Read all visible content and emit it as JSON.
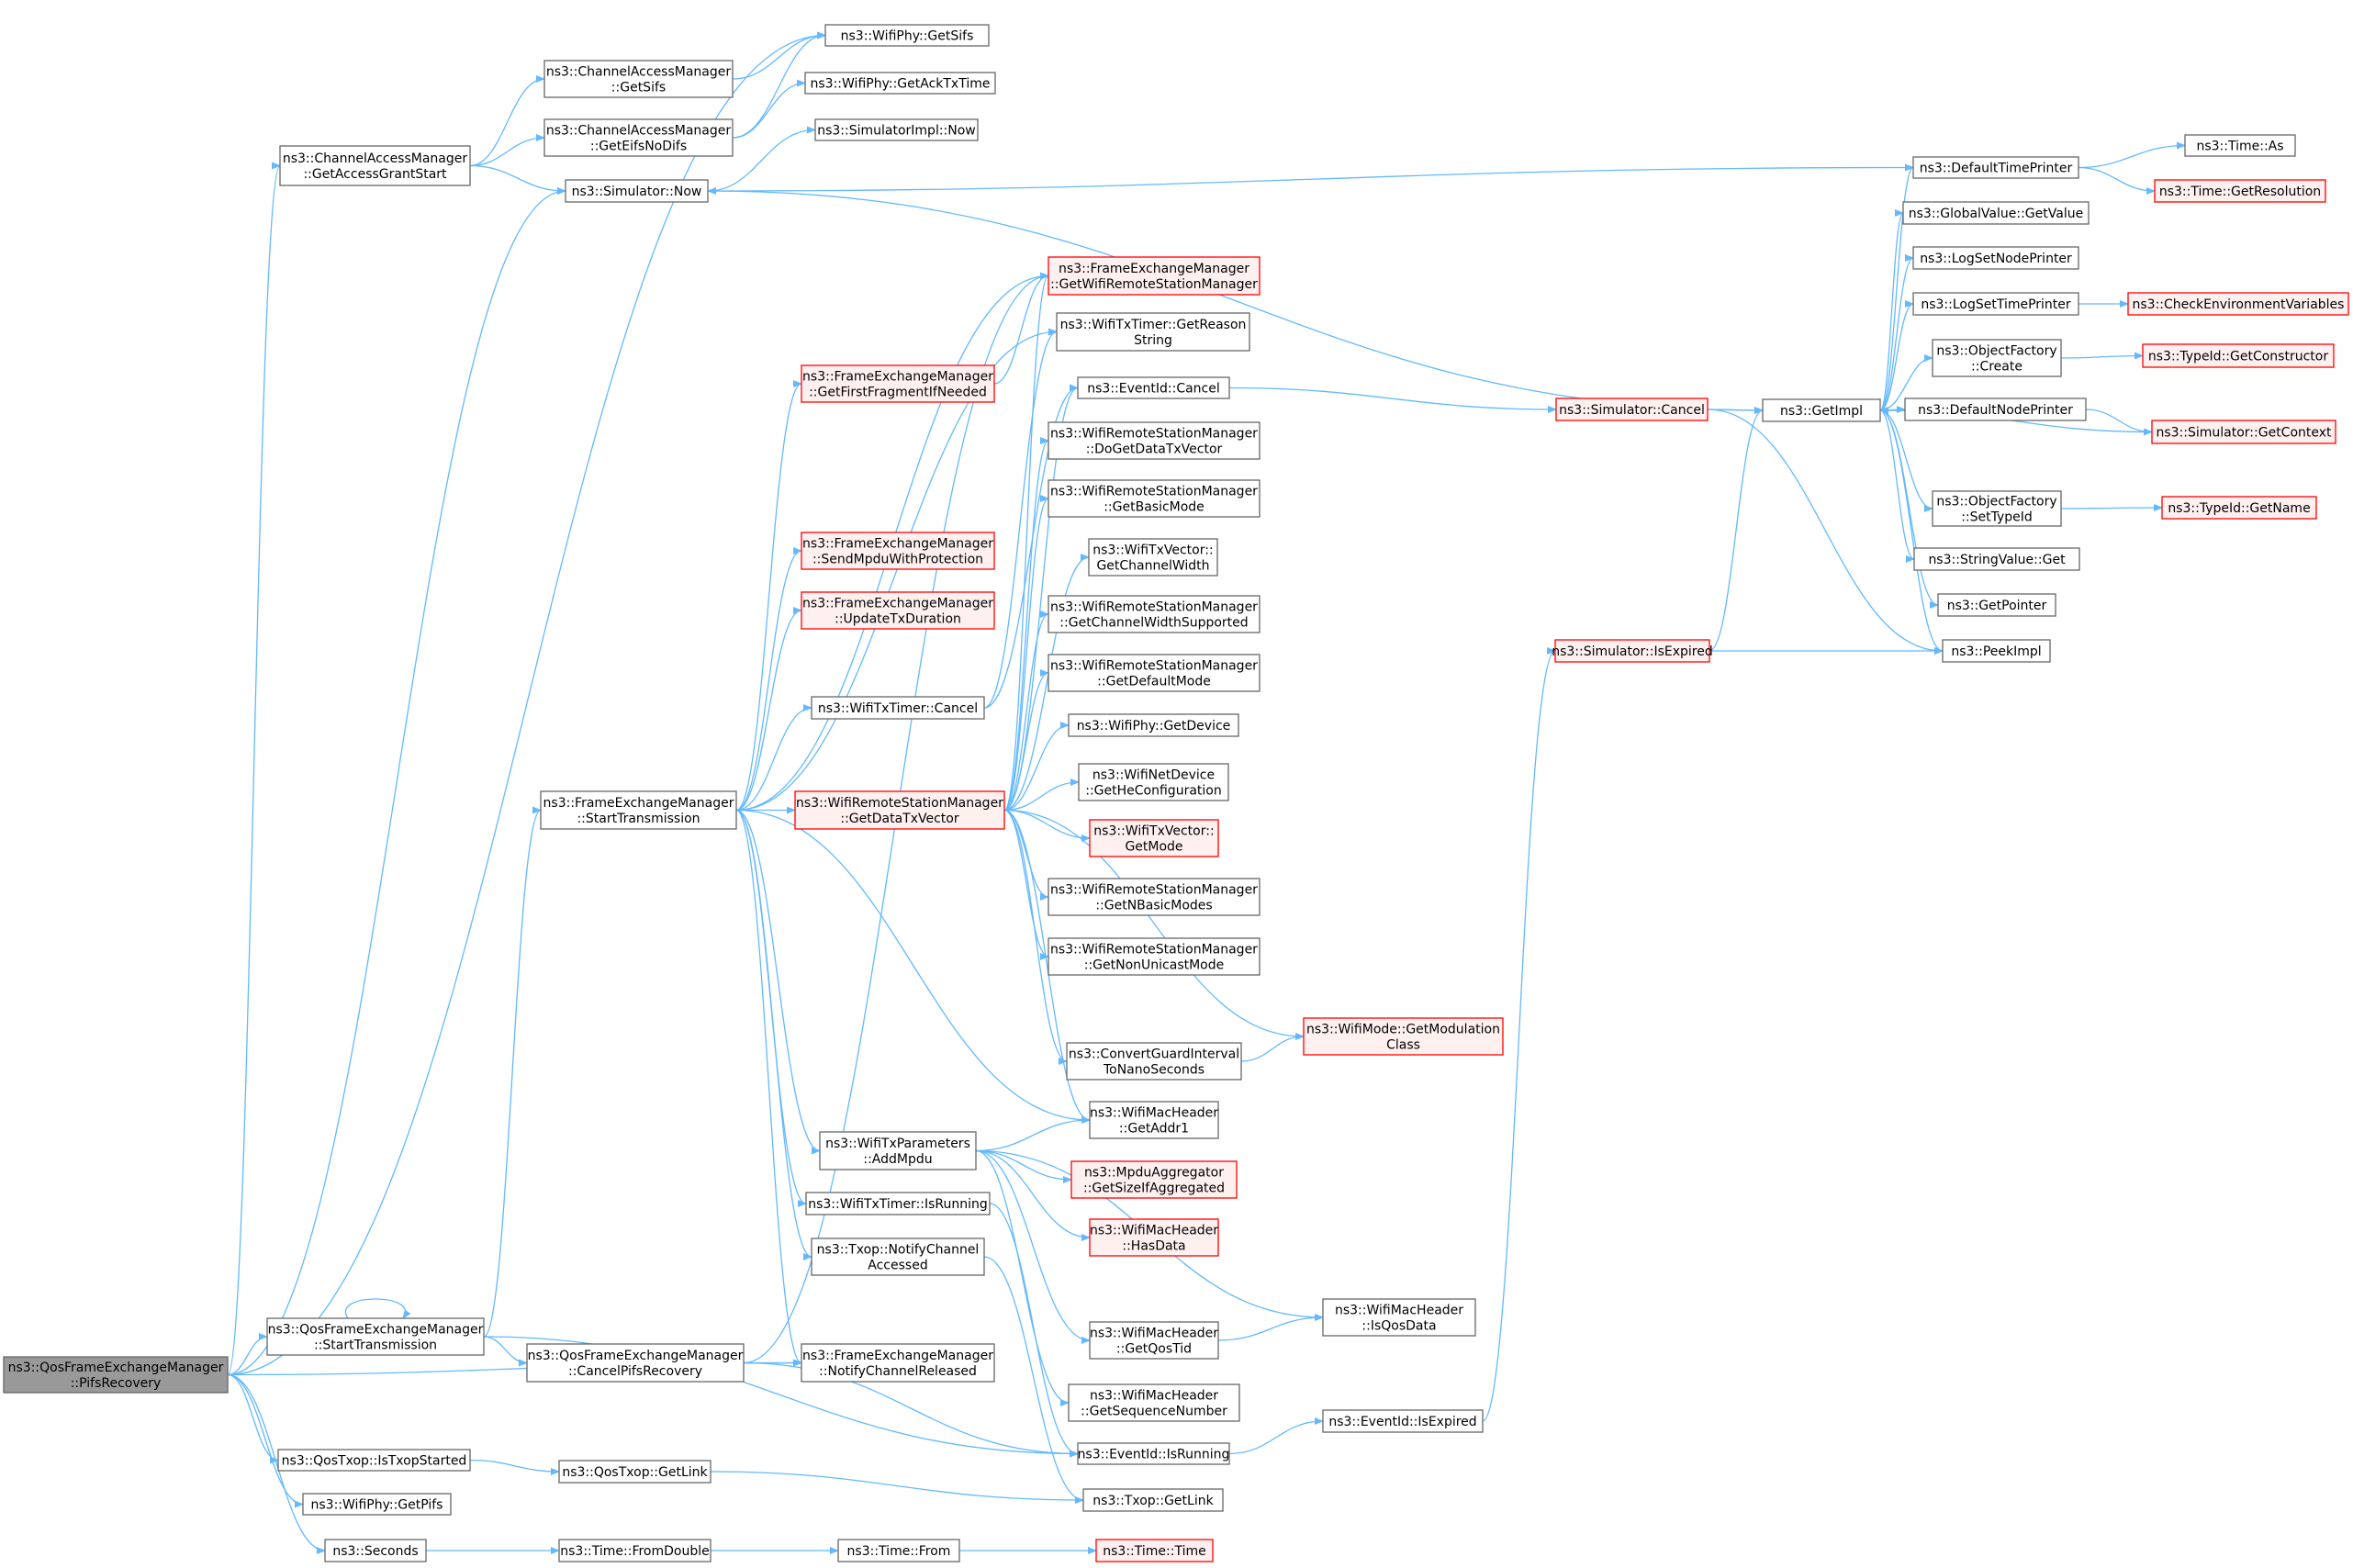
{
  "colors": {
    "edge": "#63b8ff",
    "node_border": "#666666",
    "node_fill": "#ffffff",
    "root_fill": "#999999",
    "truncated_border": "#ff0000",
    "truncated_fill": "#fff0f0"
  },
  "nodes": [
    {
      "id": "root",
      "style": "root",
      "lines": [
        "ns3::QosFrameExchangeManager",
        "::PifsRecovery"
      ]
    },
    {
      "id": "cam_gags",
      "style": "normal",
      "lines": [
        "ns3::ChannelAccessManager",
        "::GetAccessGrantStart"
      ]
    },
    {
      "id": "cam_getsifs",
      "style": "normal",
      "lines": [
        "ns3::ChannelAccessManager",
        "::GetSifs"
      ]
    },
    {
      "id": "cam_geteifs",
      "style": "normal",
      "lines": [
        "ns3::ChannelAccessManager",
        "::GetEifsNoDifs"
      ]
    },
    {
      "id": "wp_getsifs",
      "style": "normal",
      "lines": [
        "ns3::WifiPhy::GetSifs"
      ]
    },
    {
      "id": "wp_getack",
      "style": "normal",
      "lines": [
        "ns3::WifiPhy::GetAckTxTime"
      ]
    },
    {
      "id": "simimpl_now",
      "style": "normal",
      "lines": [
        "ns3::SimulatorImpl::Now"
      ]
    },
    {
      "id": "sim_now",
      "style": "normal",
      "lines": [
        "ns3::Simulator::Now"
      ]
    },
    {
      "id": "defprinter",
      "style": "normal",
      "lines": [
        "ns3::DefaultTimePrinter"
      ]
    },
    {
      "id": "time_as",
      "style": "normal",
      "lines": [
        "ns3::Time::As"
      ]
    },
    {
      "id": "time_getres",
      "style": "truncated",
      "lines": [
        "ns3::Time::GetResolution"
      ]
    },
    {
      "id": "gv_getvalue",
      "style": "normal",
      "lines": [
        "ns3::GlobalValue::GetValue"
      ]
    },
    {
      "id": "logsetnode",
      "style": "normal",
      "lines": [
        "ns3::LogSetNodePrinter"
      ]
    },
    {
      "id": "logsettime",
      "style": "normal",
      "lines": [
        "ns3::LogSetTimePrinter"
      ]
    },
    {
      "id": "checkenv",
      "style": "truncated",
      "lines": [
        "ns3::CheckEnvironmentVariables"
      ]
    },
    {
      "id": "of_create",
      "style": "normal",
      "lines": [
        "ns3::ObjectFactory",
        "::Create"
      ]
    },
    {
      "id": "typeid_getctor",
      "style": "truncated",
      "lines": [
        "ns3::TypeId::GetConstructor"
      ]
    },
    {
      "id": "getimpl",
      "style": "normal",
      "lines": [
        "ns3::GetImpl"
      ]
    },
    {
      "id": "defnodeprinter",
      "style": "normal",
      "lines": [
        "ns3::DefaultNodePrinter"
      ]
    },
    {
      "id": "sim_getctx",
      "style": "truncated",
      "lines": [
        "ns3::Simulator::GetContext"
      ]
    },
    {
      "id": "sim_cancel",
      "style": "truncated",
      "lines": [
        "ns3::Simulator::Cancel"
      ]
    },
    {
      "id": "of_settypeid",
      "style": "normal",
      "lines": [
        "ns3::ObjectFactory",
        "::SetTypeId"
      ]
    },
    {
      "id": "typeid_getname",
      "style": "truncated",
      "lines": [
        "ns3::TypeId::GetName"
      ]
    },
    {
      "id": "sv_get",
      "style": "normal",
      "lines": [
        "ns3::StringValue::Get"
      ]
    },
    {
      "id": "getpointer",
      "style": "normal",
      "lines": [
        "ns3::GetPointer"
      ]
    },
    {
      "id": "peekimpl",
      "style": "normal",
      "lines": [
        "ns3::PeekImpl"
      ]
    },
    {
      "id": "sim_isexpired",
      "style": "truncated",
      "lines": [
        "ns3::Simulator::IsExpired"
      ]
    },
    {
      "id": "fem_getwrsm",
      "style": "truncated",
      "lines": [
        "ns3::FrameExchangeManager",
        "::GetWifiRemoteStationManager"
      ]
    },
    {
      "id": "wtt_getreason",
      "style": "normal",
      "lines": [
        "ns3::WifiTxTimer::GetReason",
        "String"
      ]
    },
    {
      "id": "fem_getfirst",
      "style": "truncated",
      "lines": [
        "ns3::FrameExchangeManager",
        "::GetFirstFragmentIfNeeded"
      ]
    },
    {
      "id": "eventid_cancel",
      "style": "normal",
      "lines": [
        "ns3::EventId::Cancel"
      ]
    },
    {
      "id": "wrsm_dogetdata",
      "style": "normal",
      "lines": [
        "ns3::WifiRemoteStationManager",
        "::DoGetDataTxVector"
      ]
    },
    {
      "id": "wrsm_getbasic",
      "style": "normal",
      "lines": [
        "ns3::WifiRemoteStationManager",
        "::GetBasicMode"
      ]
    },
    {
      "id": "fem_sendmpdu",
      "style": "truncated",
      "lines": [
        "ns3::FrameExchangeManager",
        "::SendMpduWithProtection"
      ]
    },
    {
      "id": "wtv_getchw",
      "style": "normal",
      "lines": [
        "ns3::WifiTxVector::",
        "GetChannelWidth"
      ]
    },
    {
      "id": "fem_updatetx",
      "style": "truncated",
      "lines": [
        "ns3::FrameExchangeManager",
        "::UpdateTxDuration"
      ]
    },
    {
      "id": "wrsm_getchws",
      "style": "normal",
      "lines": [
        "ns3::WifiRemoteStationManager",
        "::GetChannelWidthSupported"
      ]
    },
    {
      "id": "wrsm_getdefault",
      "style": "normal",
      "lines": [
        "ns3::WifiRemoteStationManager",
        "::GetDefaultMode"
      ]
    },
    {
      "id": "wtt_cancel",
      "style": "normal",
      "lines": [
        "ns3::WifiTxTimer::Cancel"
      ]
    },
    {
      "id": "wp_getdevice",
      "style": "normal",
      "lines": [
        "ns3::WifiPhy::GetDevice"
      ]
    },
    {
      "id": "fem_starttx",
      "style": "normal",
      "lines": [
        "ns3::FrameExchangeManager",
        "::StartTransmission"
      ]
    },
    {
      "id": "wrsm_getdatatx",
      "style": "truncated",
      "lines": [
        "ns3::WifiRemoteStationManager",
        "::GetDataTxVector"
      ]
    },
    {
      "id": "wnd_gethe",
      "style": "normal",
      "lines": [
        "ns3::WifiNetDevice",
        "::GetHeConfiguration"
      ]
    },
    {
      "id": "wtv_getmode",
      "style": "truncated",
      "lines": [
        "ns3::WifiTxVector::",
        "GetMode"
      ]
    },
    {
      "id": "wrsm_getnbasic",
      "style": "normal",
      "lines": [
        "ns3::WifiRemoteStationManager",
        "::GetNBasicModes"
      ]
    },
    {
      "id": "wrsm_getnonuni",
      "style": "normal",
      "lines": [
        "ns3::WifiRemoteStationManager",
        "::GetNonUnicastMode"
      ]
    },
    {
      "id": "wm_getmod",
      "style": "truncated",
      "lines": [
        "ns3::WifiMode::GetModulation",
        "Class"
      ]
    },
    {
      "id": "convgi",
      "style": "normal",
      "lines": [
        "ns3::ConvertGuardInterval",
        "ToNanoSeconds"
      ]
    },
    {
      "id": "wmh_getaddr1",
      "style": "normal",
      "lines": [
        "ns3::WifiMacHeader",
        "::GetAddr1"
      ]
    },
    {
      "id": "wtp_addmpdu",
      "style": "normal",
      "lines": [
        "ns3::WifiTxParameters",
        "::AddMpdu"
      ]
    },
    {
      "id": "mpduagg",
      "style": "truncated",
      "lines": [
        "ns3::MpduAggregator",
        "::GetSizeIfAggregated"
      ]
    },
    {
      "id": "wtt_isrunning",
      "style": "normal",
      "lines": [
        "ns3::WifiTxTimer::IsRunning"
      ]
    },
    {
      "id": "wmh_hasdata",
      "style": "truncated",
      "lines": [
        "ns3::WifiMacHeader",
        "::HasData"
      ]
    },
    {
      "id": "txop_notify",
      "style": "normal",
      "lines": [
        "ns3::Txop::NotifyChannel",
        "Accessed"
      ]
    },
    {
      "id": "wmh_isqos",
      "style": "normal",
      "lines": [
        "ns3::WifiMacHeader",
        "::IsQosData"
      ]
    },
    {
      "id": "qfem_starttx",
      "style": "normal",
      "lines": [
        "ns3::QosFrameExchangeManager",
        "::StartTransmission"
      ]
    },
    {
      "id": "wmh_getqostid",
      "style": "normal",
      "lines": [
        "ns3::WifiMacHeader",
        "::GetQosTid"
      ]
    },
    {
      "id": "qfem_cancelpifs",
      "style": "normal",
      "lines": [
        "ns3::QosFrameExchangeManager",
        "::CancelPifsRecovery"
      ]
    },
    {
      "id": "fem_notifyrel",
      "style": "normal",
      "lines": [
        "ns3::FrameExchangeManager",
        "::NotifyChannelReleased"
      ]
    },
    {
      "id": "wmh_getseq",
      "style": "normal",
      "lines": [
        "ns3::WifiMacHeader",
        "::GetSequenceNumber"
      ]
    },
    {
      "id": "eventid_isexpired",
      "style": "normal",
      "lines": [
        "ns3::EventId::IsExpired"
      ]
    },
    {
      "id": "eventid_isrunning",
      "style": "normal",
      "lines": [
        "ns3::EventId::IsRunning"
      ]
    },
    {
      "id": "qtxop_isstarted",
      "style": "normal",
      "lines": [
        "ns3::QosTxop::IsTxopStarted"
      ]
    },
    {
      "id": "qtxop_getlink",
      "style": "normal",
      "lines": [
        "ns3::QosTxop::GetLink"
      ]
    },
    {
      "id": "txop_getlink",
      "style": "normal",
      "lines": [
        "ns3::Txop::GetLink"
      ]
    },
    {
      "id": "wp_getpifs",
      "style": "normal",
      "lines": [
        "ns3::WifiPhy::GetPifs"
      ]
    },
    {
      "id": "seconds",
      "style": "normal",
      "lines": [
        "ns3::Seconds"
      ]
    },
    {
      "id": "time_fromdouble",
      "style": "normal",
      "lines": [
        "ns3::Time::FromDouble"
      ]
    },
    {
      "id": "time_from",
      "style": "normal",
      "lines": [
        "ns3::Time::From"
      ]
    },
    {
      "id": "time_time",
      "style": "truncated",
      "lines": [
        "ns3::Time::Time"
      ]
    }
  ],
  "edges": [
    [
      "root",
      "wp_getsifs"
    ],
    [
      "root",
      "cam_gags"
    ],
    [
      "root",
      "sim_now"
    ],
    [
      "root",
      "qfem_starttx"
    ],
    [
      "root",
      "fem_notifyrel"
    ],
    [
      "root",
      "qtxop_isstarted"
    ],
    [
      "root",
      "wp_getpifs"
    ],
    [
      "root",
      "seconds"
    ],
    [
      "cam_gags",
      "cam_getsifs"
    ],
    [
      "cam_gags",
      "cam_geteifs"
    ],
    [
      "cam_gags",
      "sim_now"
    ],
    [
      "cam_getsifs",
      "wp_getsifs"
    ],
    [
      "cam_geteifs",
      "wp_getsifs"
    ],
    [
      "cam_geteifs",
      "wp_getack"
    ],
    [
      "sim_now",
      "simimpl_now"
    ],
    [
      "sim_now",
      "getimpl"
    ],
    [
      "defprinter",
      "sim_now"
    ],
    [
      "defprinter",
      "time_as"
    ],
    [
      "defprinter",
      "time_getres"
    ],
    [
      "logsettime",
      "checkenv"
    ],
    [
      "of_create",
      "typeid_getctor"
    ],
    [
      "of_settypeid",
      "typeid_getname"
    ],
    [
      "sim_getctx",
      "getimpl"
    ],
    [
      "defnodeprinter",
      "sim_getctx"
    ],
    [
      "getimpl",
      "defprinter"
    ],
    [
      "getimpl",
      "gv_getvalue"
    ],
    [
      "getimpl",
      "logsetnode"
    ],
    [
      "getimpl",
      "logsettime"
    ],
    [
      "getimpl",
      "of_create"
    ],
    [
      "getimpl",
      "defnodeprinter"
    ],
    [
      "getimpl",
      "of_settypeid"
    ],
    [
      "getimpl",
      "sv_get"
    ],
    [
      "getimpl",
      "getpointer"
    ],
    [
      "getimpl",
      "peekimpl"
    ],
    [
      "sim_cancel",
      "getimpl"
    ],
    [
      "sim_cancel",
      "peekimpl"
    ],
    [
      "sim_isexpired",
      "getimpl"
    ],
    [
      "sim_isexpired",
      "peekimpl"
    ],
    [
      "eventid_cancel",
      "sim_cancel"
    ],
    [
      "eventid_isexpired",
      "sim_isexpired"
    ],
    [
      "eventid_isrunning",
      "eventid_isexpired"
    ],
    [
      "fem_starttx",
      "fem_getfirst"
    ],
    [
      "fem_starttx",
      "fem_sendmpdu"
    ],
    [
      "fem_starttx",
      "fem_updatetx"
    ],
    [
      "fem_starttx",
      "wtt_cancel"
    ],
    [
      "fem_starttx",
      "wrsm_getdatatx"
    ],
    [
      "fem_starttx",
      "wtp_addmpdu"
    ],
    [
      "fem_starttx",
      "wtt_isrunning"
    ],
    [
      "fem_starttx",
      "txop_notify"
    ],
    [
      "fem_starttx",
      "fem_notifyrel"
    ],
    [
      "fem_starttx",
      "fem_getwrsm"
    ],
    [
      "fem_starttx",
      "wtt_getreason"
    ],
    [
      "fem_starttx",
      "wmh_getaddr1"
    ],
    [
      "fem_getfirst",
      "fem_getwrsm"
    ],
    [
      "wtt_cancel",
      "eventid_cancel"
    ],
    [
      "wtt_cancel",
      "wtt_getreason"
    ],
    [
      "wtt_isrunning",
      "eventid_isrunning"
    ],
    [
      "wrsm_getdatatx",
      "eventid_cancel"
    ],
    [
      "wrsm_getdatatx",
      "wrsm_dogetdata"
    ],
    [
      "wrsm_getdatatx",
      "wrsm_getbasic"
    ],
    [
      "wrsm_getdatatx",
      "wtv_getchw"
    ],
    [
      "wrsm_getdatatx",
      "wrsm_getchws"
    ],
    [
      "wrsm_getdatatx",
      "wrsm_getdefault"
    ],
    [
      "wrsm_getdatatx",
      "wp_getdevice"
    ],
    [
      "wrsm_getdatatx",
      "wnd_gethe"
    ],
    [
      "wrsm_getdatatx",
      "wtv_getmode"
    ],
    [
      "wrsm_getdatatx",
      "wrsm_getnbasic"
    ],
    [
      "wrsm_getdatatx",
      "wrsm_getnonuni"
    ],
    [
      "wrsm_getdatatx",
      "wm_getmod"
    ],
    [
      "wrsm_getdatatx",
      "convgi"
    ],
    [
      "wrsm_getdatatx",
      "wmh_getaddr1"
    ],
    [
      "wrsm_getdatatx",
      "fem_getwrsm"
    ],
    [
      "convgi",
      "wm_getmod"
    ],
    [
      "wtp_addmpdu",
      "wmh_getaddr1"
    ],
    [
      "wtp_addmpdu",
      "mpduagg"
    ],
    [
      "wtp_addmpdu",
      "wmh_hasdata"
    ],
    [
      "wtp_addmpdu",
      "wmh_isqos"
    ],
    [
      "wtp_addmpdu",
      "wmh_getqostid"
    ],
    [
      "wtp_addmpdu",
      "wmh_getseq"
    ],
    [
      "wmh_getqostid",
      "wmh_isqos"
    ],
    [
      "txop_notify",
      "txop_getlink"
    ],
    [
      "qfem_starttx",
      "qfem_starttx"
    ],
    [
      "qfem_starttx",
      "fem_starttx"
    ],
    [
      "qfem_starttx",
      "qfem_cancelpifs"
    ],
    [
      "qfem_starttx",
      "eventid_isrunning"
    ],
    [
      "qfem_cancelpifs",
      "fem_notifyrel"
    ],
    [
      "qfem_cancelpifs",
      "eventid_isrunning"
    ],
    [
      "qfem_cancelpifs",
      "fem_getwrsm"
    ],
    [
      "qtxop_isstarted",
      "qtxop_getlink"
    ],
    [
      "qtxop_getlink",
      "txop_getlink"
    ],
    [
      "seconds",
      "time_fromdouble"
    ],
    [
      "time_fromdouble",
      "time_from"
    ],
    [
      "time_from",
      "time_time"
    ]
  ]
}
